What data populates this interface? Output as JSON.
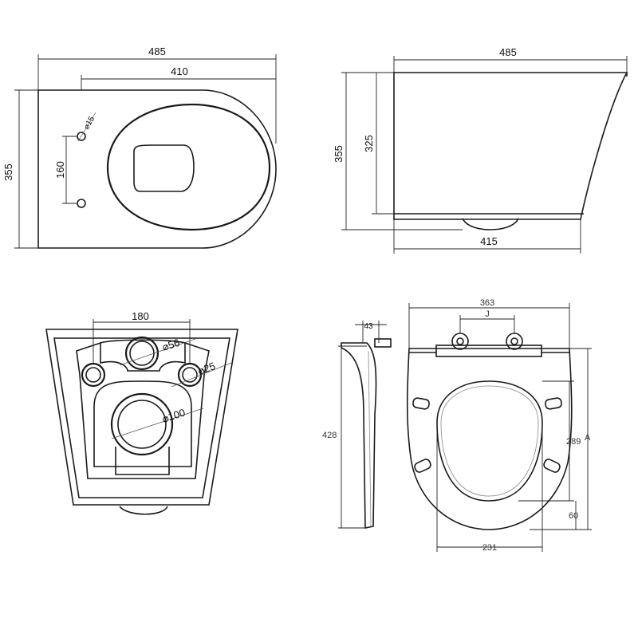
{
  "top_view": {
    "width_total": "485",
    "width_inner": "410",
    "height_total": "355",
    "hole_spacing": "160",
    "hole_diameter": "⌀15"
  },
  "side_view": {
    "width_top": "485",
    "width_bottom": "415",
    "height_total": "355",
    "height_inner": "325"
  },
  "rear_view": {
    "hole_spacing": "180",
    "inlet_diameter": "⌀56",
    "fixing_diameter": "⌀25",
    "outlet_diameter": "⌀100"
  },
  "seat_view": {
    "width": "363",
    "hinge_label": "J",
    "thickness": "43",
    "length": "428",
    "inner_length": "289",
    "point_label": "A",
    "rear_offset": "60",
    "inner_width": "231"
  }
}
